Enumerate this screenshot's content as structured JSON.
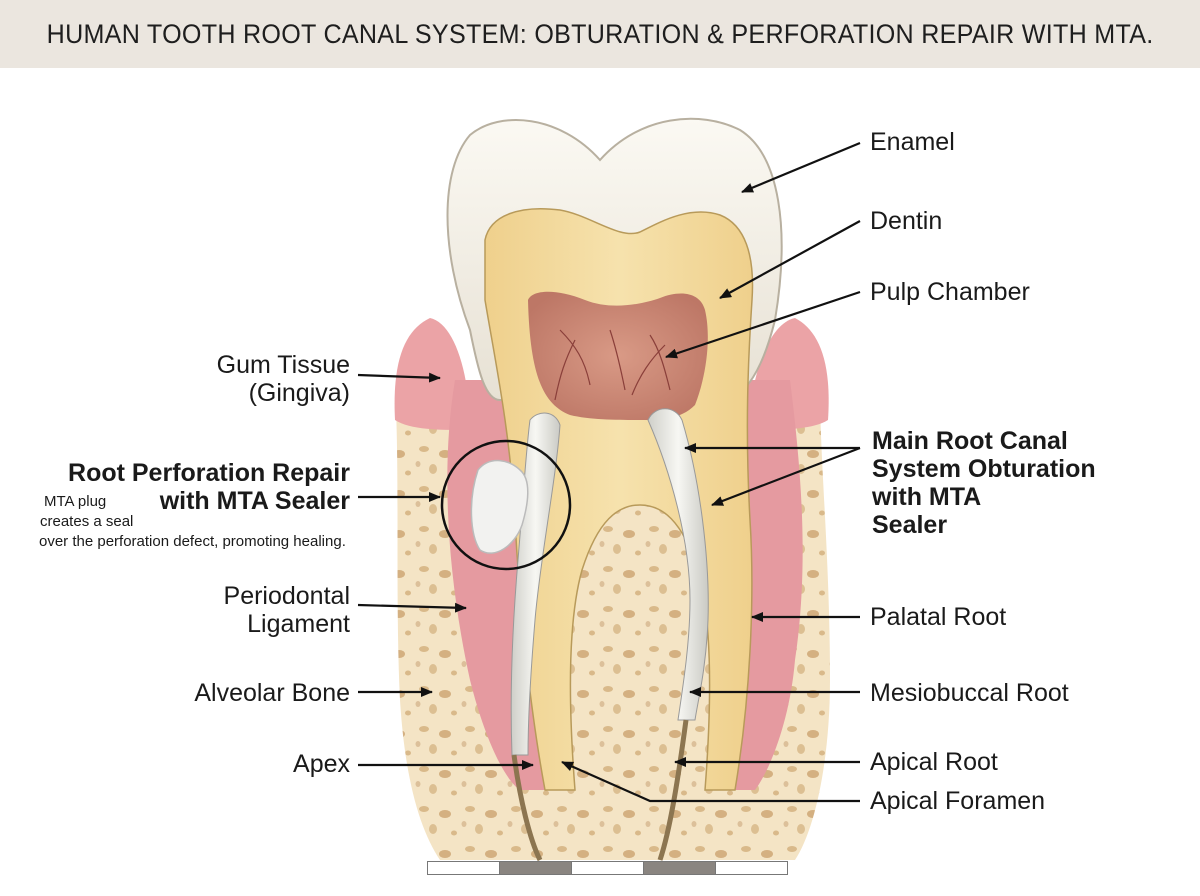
{
  "title": "HUMAN TOOTH ROOT CANAL SYSTEM: OBTURATION & PERFORATION REPAIR WITH MTA.",
  "labels": {
    "enamel": "Enamel",
    "dentin": "Dentin",
    "pulp_chamber": "Pulp Chamber",
    "gum_tissue_line1": "Gum Tissue",
    "gum_tissue_line2": "(Gingiva)",
    "perforation_repair_line1": "Root Perforation Repair",
    "perforation_repair_line2": "with MTA Sealer",
    "perforation_note_line1": "MTA plug",
    "perforation_note_line2": "creates a seal",
    "perforation_note_line3": "over the perforation defect, promoting healing.",
    "main_canal_line1": "Main Root Canal",
    "main_canal_line2": "System Obturation",
    "main_canal_line3": "with MTA",
    "main_canal_line4": "Sealer",
    "pdl_line1": "Periodontal",
    "pdl_line2": "Ligament",
    "palatal_root": "Palatal Root",
    "alveolar_bone": "Alveolar Bone",
    "mesiobuccal_root": "Mesiobuccal Root",
    "apex": "Apex",
    "apical_root": "Apical Root",
    "apical_foramen": "Apical Foramen"
  },
  "colors": {
    "title_bar": "#ebe6df",
    "enamel": "#f3efe6",
    "dentin": "#f1d99a",
    "pulp": "#c98472",
    "gum": "#eba3a6",
    "bone": "#f3e3c4",
    "gutta_percha": "#e9e9e5"
  },
  "scale_bar": {
    "segments": 5
  }
}
